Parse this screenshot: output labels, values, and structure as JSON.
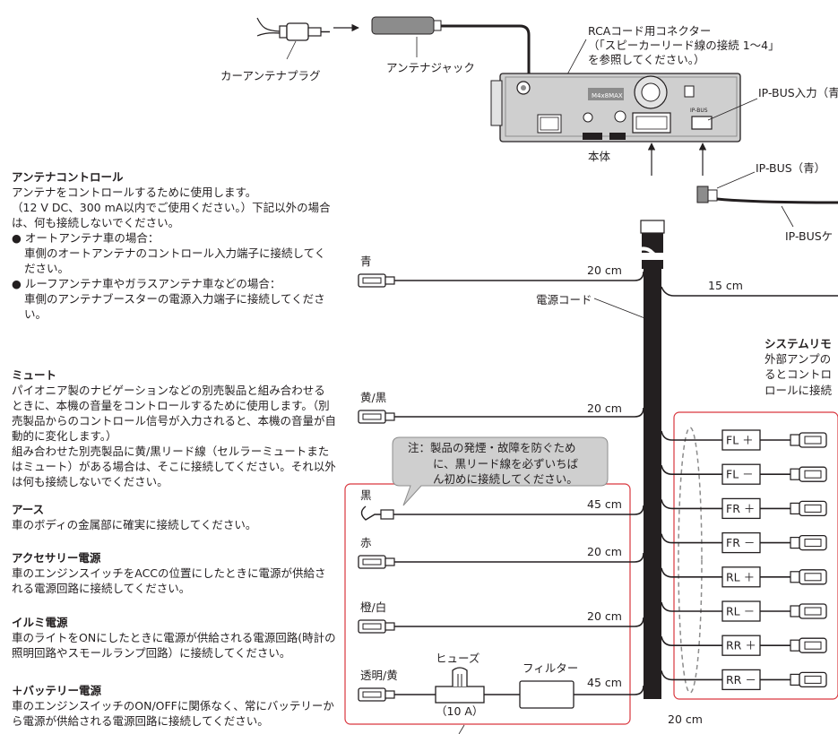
{
  "colors": {
    "ink": "#231f20",
    "red": "#d9363e",
    "gray": "#8c8c8c",
    "note_fill": "#cfcfcf"
  },
  "top": {
    "car_plug": "カーアンテナプラグ",
    "antenna_jack": "アンテナジャック",
    "rca_line1": "RCAコード用コネクター",
    "rca_line2": "（「スピーカーリード線の接続 1～4」",
    "rca_line3": "を参照してください。）",
    "unit_label": "本体",
    "unit_badge": "M4x8MAX",
    "unit_ipbus_text": "IP-BUS",
    "ipbus_in": "IP-BUS入力（青）",
    "ipbus_blue": "IP-BUS（青）",
    "ipbus_cable": "IP-BUSケ"
  },
  "sections": {
    "antenna": {
      "title": "アンテナコントロール",
      "p1": "アンテナをコントロールするために使用します。",
      "p2": "（12 V DC、300 mA以内でご使用ください。）下記以外の場合は、何も接続しないでください。",
      "b1": "● オートアンテナ車の場合：",
      "s1": "車側のオートアンテナのコントロール入力端子に接続してください。",
      "b2": "● ルーフアンテナ車やガラスアンテナ車などの場合：",
      "s2": "車側のアンテナブースターの電源入力端子に接続してください。"
    },
    "mute": {
      "title": "ミュート",
      "p1": "パイオニア製のナビゲーションなどの別売製品と組み合わせるときに、本機の音量をコントロールするために使用します。（別売製品からのコントロール信号が入力されると、本機の音量が自動的に変化します。）",
      "p2": "組み合わせた別売製品に黄/黒リード線（セルラーミュートまたはミュート）がある場合は、そこに接続してください。それ以外は何も接続しないでください。"
    },
    "earth": {
      "title": "アース",
      "p1": "車のボディの金属部に確実に接続してください。"
    },
    "acc": {
      "title": "アクセサリー電源",
      "p1": "車のエンジンスイッチをACCの位置にしたときに電源が供給される電源回路に接続してください。"
    },
    "illumi": {
      "title": "イルミ電源",
      "p1": "車のライトをONにしたときに電源が供給される電源回路(時計の照明回路やスモールランプ回路）に接続してください。"
    },
    "battery": {
      "title": "＋バッテリー電源",
      "p1": "車のエンジンスイッチのON/OFFに関係なく、常にバッテリーから電源が供給される電源回路に接続してください。"
    }
  },
  "wires": {
    "blue": {
      "color": "青",
      "length": "20 cm"
    },
    "yellow_black": {
      "color": "黄/黒",
      "length": "20 cm"
    },
    "black": {
      "color": "黒",
      "length": "45 cm"
    },
    "red": {
      "color": "赤",
      "length": "20 cm"
    },
    "orange_white": {
      "color": "橙/白",
      "length": "20 cm"
    },
    "clear_yellow": {
      "color": "透明/黄",
      "length": "45 cm"
    },
    "remote": {
      "length": "15 cm"
    }
  },
  "power_cord": "電源コード",
  "note": {
    "line1": "注：製品の発煙・故障を防ぐため",
    "line2": "に、黒リード線を必ずいちば",
    "line3": "ん初めに接続してください。"
  },
  "fuse": {
    "label": "ヒューズ",
    "rating": "（10 A）"
  },
  "filter_label": "フィルター",
  "system_remote": {
    "title": "システムリモ",
    "l1": "外部アンプの",
    "l2": "るとコントロ",
    "l3": "ロールに接続"
  },
  "speakers": {
    "labels": [
      "FL ＋",
      "FL －",
      "FR ＋",
      "FR －",
      "RL ＋",
      "RL －",
      "RR ＋",
      "RR －"
    ],
    "length": "20 cm"
  }
}
